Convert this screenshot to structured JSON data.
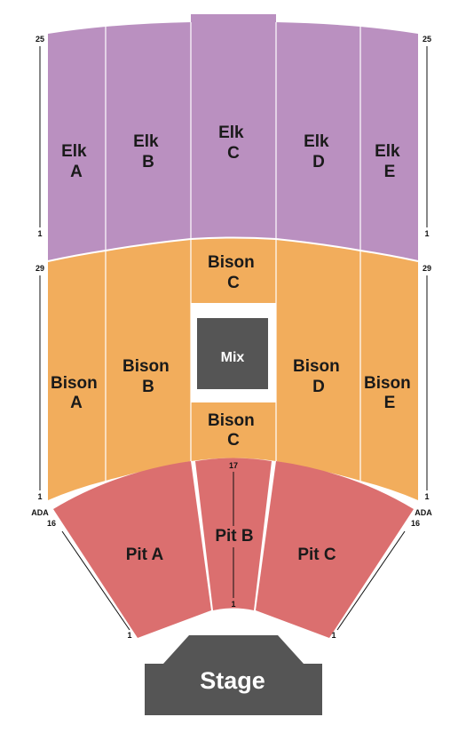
{
  "colors": {
    "elk": "#ba90c0",
    "bison": "#f2ad5c",
    "pit": "#db6f6f",
    "mix": "#555555",
    "stage": "#555555",
    "divider": "#ffffff"
  },
  "sections": {
    "elk_a": [
      "Elk",
      "A"
    ],
    "elk_b": [
      "Elk",
      "B"
    ],
    "elk_c": [
      "Elk",
      "C"
    ],
    "elk_d": [
      "Elk",
      "D"
    ],
    "elk_e": [
      "Elk",
      "E"
    ],
    "bison_a": [
      "Bison",
      "A"
    ],
    "bison_b": [
      "Bison",
      "B"
    ],
    "bison_c_upper": [
      "Bison",
      "C"
    ],
    "bison_c_lower": [
      "Bison",
      "C"
    ],
    "bison_d": [
      "Bison",
      "D"
    ],
    "bison_e": [
      "Bison",
      "E"
    ],
    "pit_a": "Pit A",
    "pit_b": "Pit B",
    "pit_c": "Pit C"
  },
  "mix": "Mix",
  "stage": "Stage",
  "rows": {
    "left_elk_top": "25",
    "left_elk_bottom": "1",
    "left_bison_top": "29",
    "left_bison_bottom": "1",
    "right_elk_top": "25",
    "right_elk_bottom": "1",
    "right_bison_top": "29",
    "right_bison_bottom": "1",
    "pit_b_top": "17",
    "pit_b_bottom": "1",
    "left_ada": "ADA",
    "left_ada_row": "16",
    "left_pit_bottom": "1",
    "right_ada": "ADA",
    "right_ada_row": "16",
    "right_pit_bottom": "1"
  }
}
